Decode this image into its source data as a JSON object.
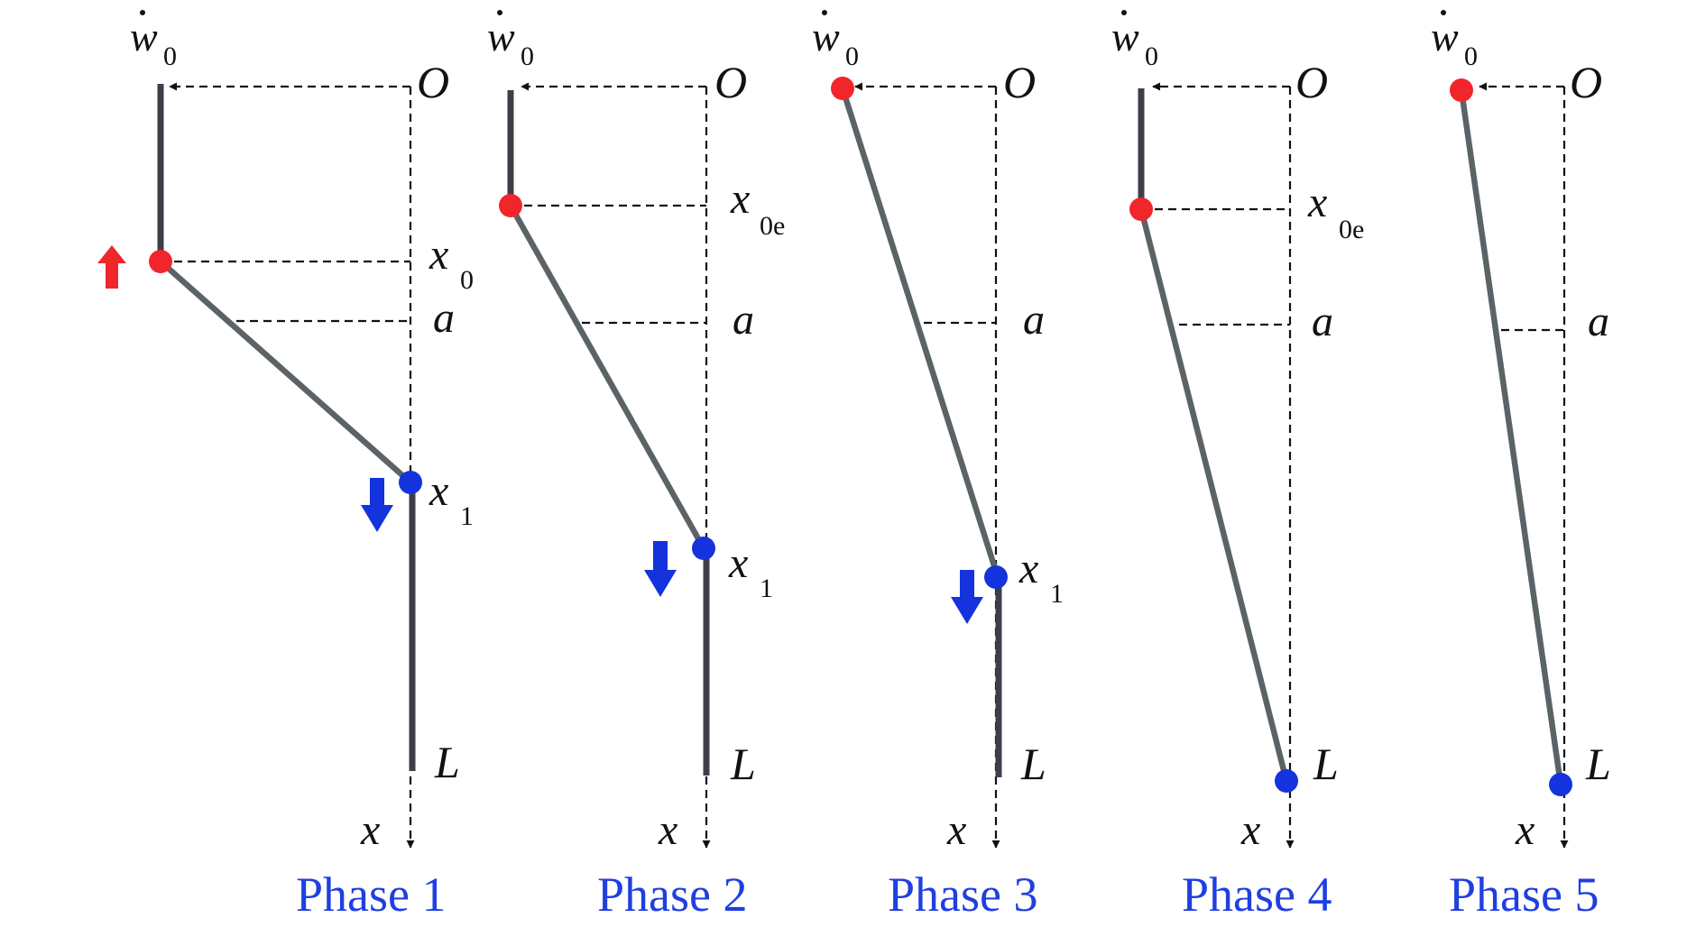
{
  "colors": {
    "hinge_red": "#f0262b",
    "hinge_blue": "#1433dd",
    "caption_blue": "#1f3fe0",
    "rigid_segment": "#3c3f4a",
    "deformed_segment": "#5c6366",
    "axis": "#111111"
  },
  "panels": [
    {
      "caption": "Phase 1",
      "origin_label": "O",
      "velocity_label": "w",
      "velocity_subscript": "0",
      "x_axis_label": "x",
      "L_label": "L",
      "a_label": "a",
      "x0_label": "x",
      "x0_subscript": "0",
      "x1_label": "x",
      "x1_subscript": "1",
      "red_arrow_icon": "arrow-up-icon",
      "blue_arrow_icon": "arrow-down-icon"
    },
    {
      "caption": "Phase 2",
      "origin_label": "O",
      "velocity_label": "w",
      "velocity_subscript": "0",
      "x_axis_label": "x",
      "L_label": "L",
      "a_label": "a",
      "x0_label": "x",
      "x0_subscript": "0e",
      "x1_label": "x",
      "x1_subscript": "1",
      "blue_arrow_icon": "arrow-down-icon"
    },
    {
      "caption": "Phase 3",
      "origin_label": "O",
      "velocity_label": "w",
      "velocity_subscript": "0",
      "x_axis_label": "x",
      "L_label": "L",
      "a_label": "a",
      "x1_label": "x",
      "x1_subscript": "1",
      "blue_arrow_icon": "arrow-down-icon"
    },
    {
      "caption": "Phase 4",
      "origin_label": "O",
      "velocity_label": "w",
      "velocity_subscript": "0",
      "x_axis_label": "x",
      "L_label": "L",
      "a_label": "a",
      "x0_label": "x",
      "x0_subscript": "0e"
    },
    {
      "caption": "Phase 5",
      "origin_label": "O",
      "velocity_label": "w",
      "velocity_subscript": "0",
      "x_axis_label": "x",
      "L_label": "L",
      "a_label": "a"
    }
  ]
}
